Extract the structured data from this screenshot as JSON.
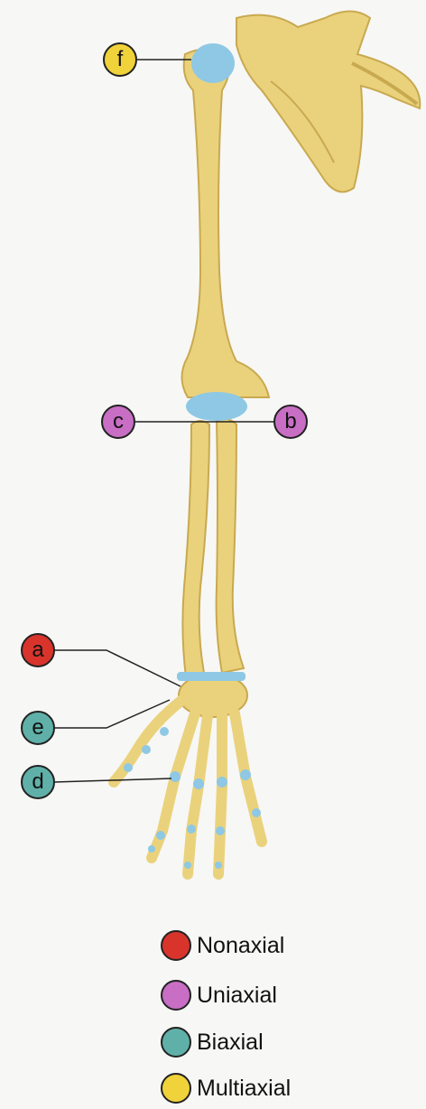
{
  "colors": {
    "nonaxial": "#d8342c",
    "uniaxial": "#c86ec4",
    "biaxial": "#5fb0a8",
    "multiaxial": "#f0d23a",
    "bone": "#ead27c",
    "bone_shade": "#c9a950",
    "joint": "#8ec8e4"
  },
  "callouts": {
    "f": {
      "letter": "f",
      "type": "multiaxial"
    },
    "c": {
      "letter": "c",
      "type": "uniaxial"
    },
    "b": {
      "letter": "b",
      "type": "uniaxial"
    },
    "a": {
      "letter": "a",
      "type": "nonaxial"
    },
    "e": {
      "letter": "e",
      "type": "biaxial"
    },
    "d": {
      "letter": "d",
      "type": "biaxial"
    }
  },
  "legend": [
    {
      "label": "Nonaxial",
      "type": "nonaxial"
    },
    {
      "label": "Uniaxial",
      "type": "uniaxial"
    },
    {
      "label": "Biaxial",
      "type": "biaxial"
    },
    {
      "label": "Multiaxial",
      "type": "multiaxial"
    }
  ]
}
